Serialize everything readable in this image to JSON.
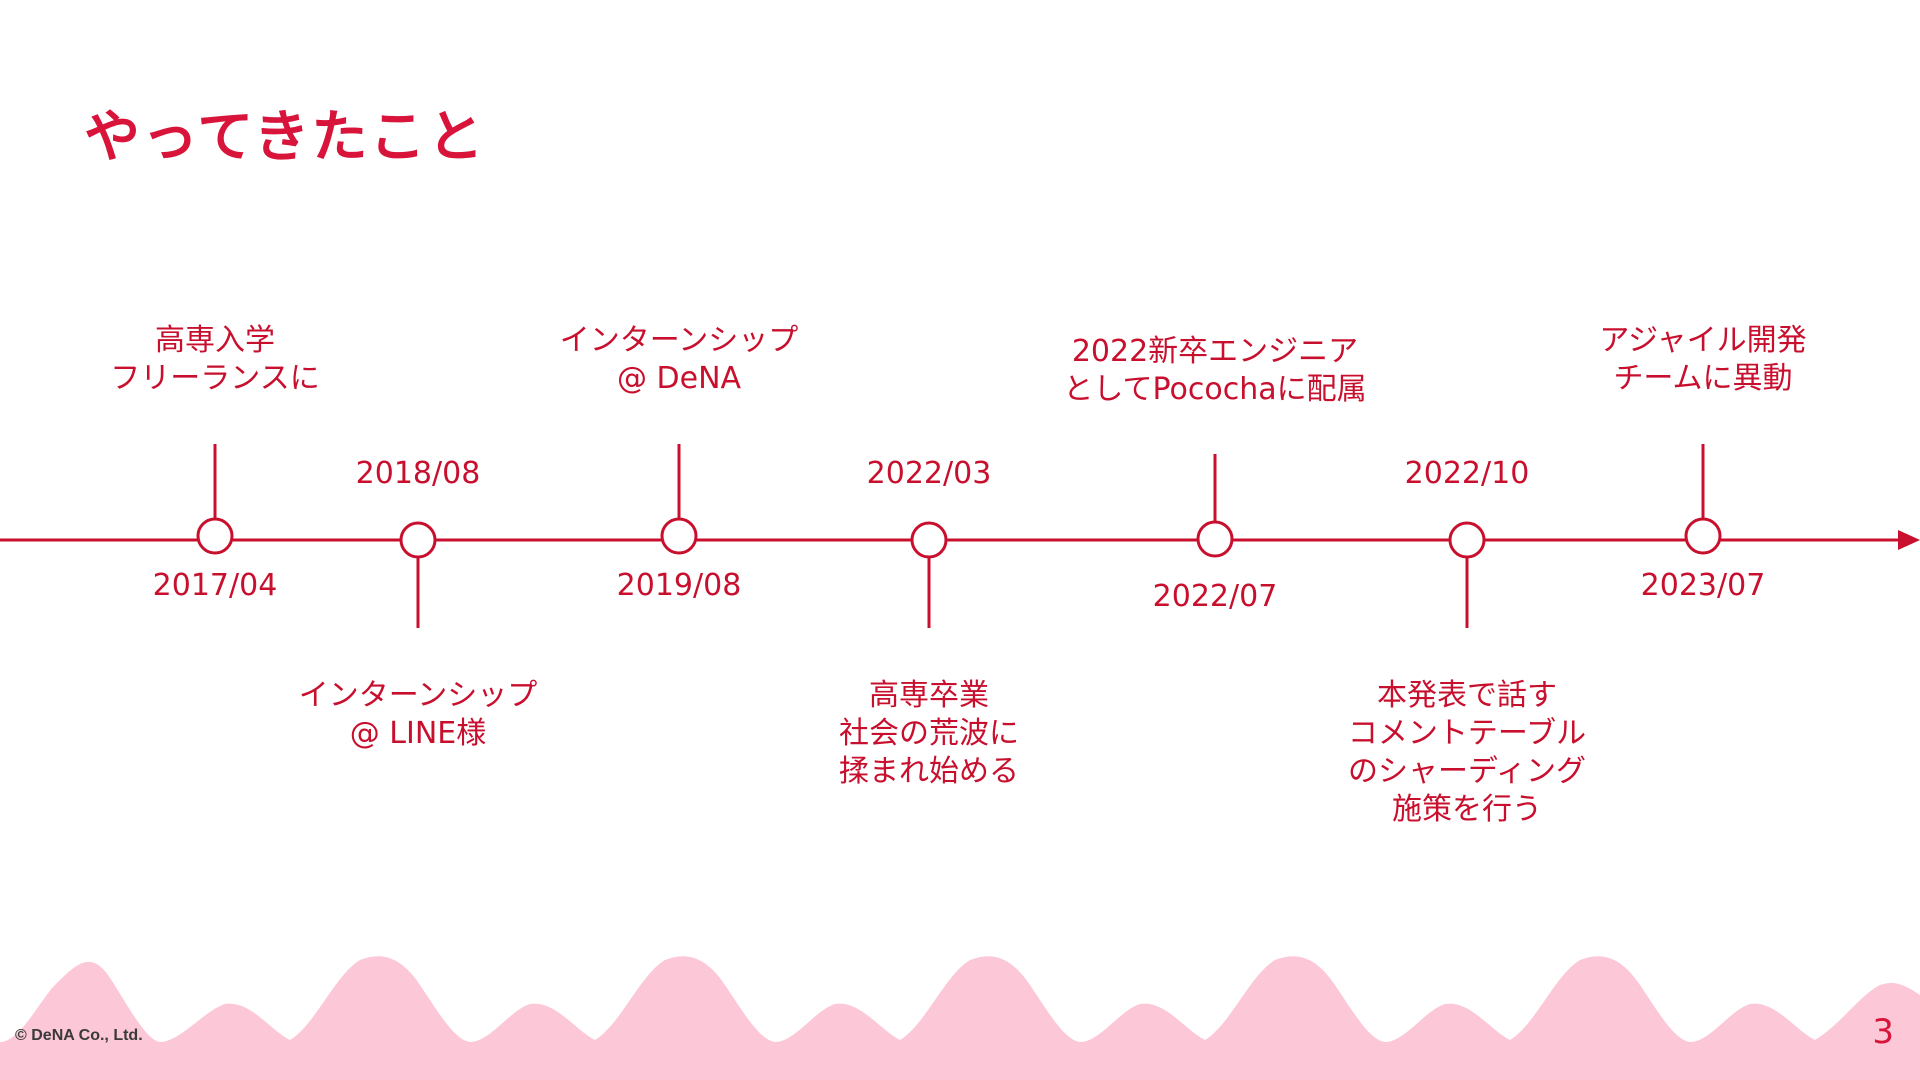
{
  "slide": {
    "title": "やってきたこと",
    "copyright": "© DeNA Co., Ltd.",
    "page_number": "3"
  },
  "colors": {
    "accent": "#c8102e",
    "title": "#d8143a",
    "wave": "#fcc7d6"
  },
  "timeline": {
    "events": [
      {
        "date": "2017/04",
        "label": "高専入学\nフリーランスに",
        "side": "above"
      },
      {
        "date": "2018/08",
        "label": "インターンシップ\n@ LINE様",
        "side": "below"
      },
      {
        "date": "2019/08",
        "label": "インターンシップ\n@ DeNA",
        "side": "above"
      },
      {
        "date": "2022/03",
        "label": "高専卒業\n社会の荒波に\n揉まれ始める",
        "side": "below"
      },
      {
        "date": "2022/07",
        "label": "2022新卒エンジニア\nとしてPocochaに配属",
        "side": "above"
      },
      {
        "date": "2022/10",
        "label": "本発表で話す\nコメントテーブル\nのシャーディング\n施策を行う",
        "side": "below"
      },
      {
        "date": "2023/07",
        "label": "アジャイル開発\nチームに異動",
        "side": "above"
      }
    ]
  }
}
